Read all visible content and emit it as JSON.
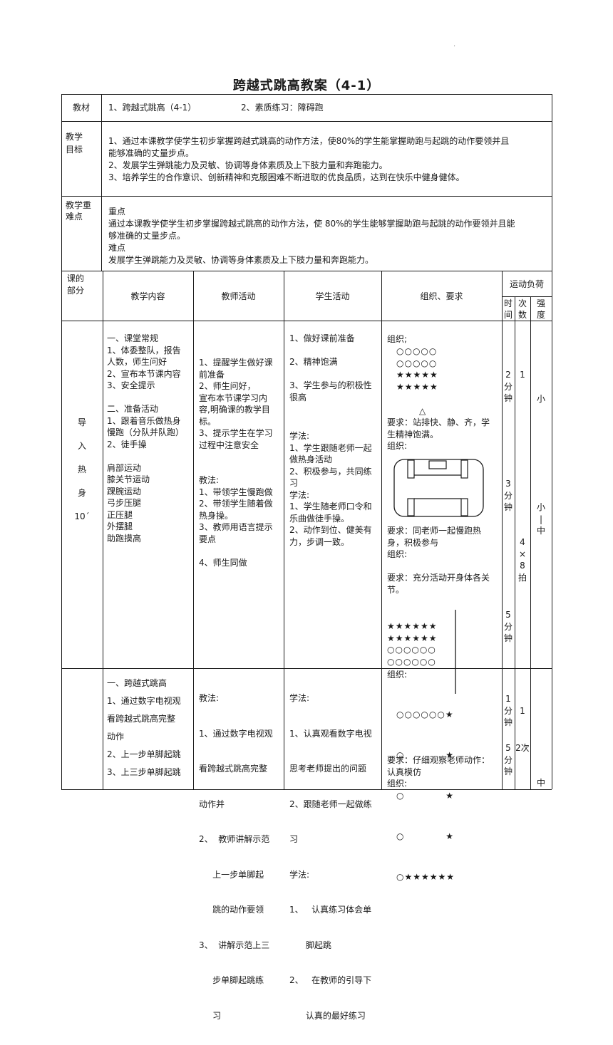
{
  "page_mark": "·",
  "title": "跨越式跳高教案（4-1）",
  "material": {
    "label": "教材",
    "item1": "1、跨越式跳高（4-1）",
    "item2": "2、素质练习：障碍跑"
  },
  "objectives": {
    "label_l1": "教学",
    "label_l2": "目标",
    "lines": [
      "1、通过本课教学使学生初步掌握跨越式跳高的动作方法，使80%的学生能掌握助跑与起跳的动作要领并且",
      "能够准确的丈量步点。",
      "2、发展学生弹跳能力及灵敏、协调等身体素质及上下肢力量和奔跑能力。",
      "3、培养学生的合作意识、创新精神和克服困难不断进取的优良品质，达到在快乐中健身健体。"
    ]
  },
  "keypoints": {
    "label_l1": "教学重",
    "label_l2": "难点",
    "lines": [
      "重点",
      "通过本课教学使学生初步掌握跨越式跳高的动作方法，使 80%的学生能够掌握助跑与起跳的动作要领并且能",
      "够准确的丈量步点。",
      "难点",
      "发展学生弹跳能力及灵敏、协调等身体素质及上下肢力量和奔跑能力。"
    ]
  },
  "header": {
    "part_l1": "课的",
    "part_l2": "部分",
    "content": "教学内容",
    "teacher": "教师活动",
    "student": "学生活动",
    "org": "组织、要求",
    "load": "运动负荷",
    "time_l1": "时",
    "time_l2": "间",
    "count_l1": "次",
    "count_l2": "数",
    "intensity_l1": "强",
    "intensity_l2": "度"
  },
  "section1": {
    "part_chars": [
      "导",
      "入",
      "热",
      "身",
      "10´"
    ],
    "content_lines": [
      "一、课堂常规",
      "1、体委整队，报告",
      "人数，师生问好",
      "2、宣布本节课内容",
      "3、安全提示",
      "",
      "二、准备活动",
      "1、跟着音乐做热身",
      "慢跑（分队并队跑）",
      "2、徒手操",
      "",
      "肩部运动",
      "膝关节运动",
      "踝腕运动",
      "弓步压腿",
      "正压腿",
      "外摆腿",
      "助跑摸高"
    ],
    "teacher_lines": [
      "1、提醒学生做好课",
      "前准备",
      "2、师生问好，",
      "宣布本节课学习内",
      "容,明确课的教学目",
      "标。",
      "3、提示学生在学习",
      "过程中注意安全",
      "",
      "",
      "教法:",
      "1、带领学生慢跑做",
      "2、带领学生随着做",
      "热身操。",
      "3、教师用语言提示",
      "要点",
      "",
      "4、师生同做"
    ],
    "student_top": [
      "1、做好课前准备",
      "",
      "2、精神饱满",
      "",
      "3、学生参与的积极性",
      "很高"
    ],
    "student_bottom": [
      "学法:",
      "1、学生跟随老师一起",
      "做热身活动",
      "2、积极参与，共同练",
      "习",
      "学法:",
      "1、学生随老师口令和",
      "乐曲做徒手操。",
      "2、动作到位、健美有",
      "力，步调一致。"
    ],
    "org_label": "组织;",
    "formation1": [
      "○○○○○",
      "○○○○○",
      "★★★★★",
      "★★★★★"
    ],
    "teacher_mark": "△",
    "req1_lines": [
      "要求：站排快、静、齐，学",
      "生精神饱满。",
      "组织:"
    ],
    "req2_lines": [
      "要求：同老师一起慢跑热",
      "身，积极参与",
      "组织:"
    ],
    "req3_lines": [
      "要求：充分活动开身体各关",
      "节。"
    ],
    "formation3": [
      "★★★★★★",
      "★★★★★★",
      "○○○○○○",
      "○○○○○○"
    ],
    "time1": [
      "2",
      "分",
      "钟"
    ],
    "time2": [
      "3",
      "分",
      "钟"
    ],
    "time3": [
      "5",
      "分",
      "钟"
    ],
    "count1": "1",
    "count2": [
      "4",
      "×",
      "8",
      "拍"
    ],
    "intensity1": "小",
    "intensity2": [
      "小",
      "|",
      "中"
    ]
  },
  "section2": {
    "content_lines": [
      "一、跨越式跳高",
      "1、通过数字电视观",
      "看跨越式跳高完整",
      "动作",
      "2、上一步单脚起跳",
      "3、上三步单脚起跳"
    ],
    "teacher_lines": [
      "教法:",
      "1、通过数字电视观",
      "看跨越式跳高完整",
      "动作并",
      "2、  教师讲解示范",
      "     上一步单脚起",
      "     跳的动作要领",
      "3、  讲解示范上三",
      "     步单脚起跳练",
      "     习"
    ],
    "student_lines": [
      "学法:",
      "1、认真观看数字电视",
      "思考老师提出的问题",
      "2、跟随老师一起做练",
      "习",
      "学法:",
      "1、   认真练习体会单",
      "      脚起跳",
      "2、   在教师的引导下",
      "      认真的最好练习"
    ],
    "org_label": "组织:",
    "formation": [
      "○○○○○○★",
      "○            ★",
      "○            ★",
      "○            ★",
      "○★★★★★★"
    ],
    "req_lines": [
      "要求：仔细观察老师动作：",
      "认真模仿",
      "组织:"
    ],
    "time1": [
      "1",
      "分",
      "钟"
    ],
    "time2": [
      "5",
      "分",
      "钟"
    ],
    "count1": "1",
    "count2": "2次",
    "intensity": "中"
  }
}
